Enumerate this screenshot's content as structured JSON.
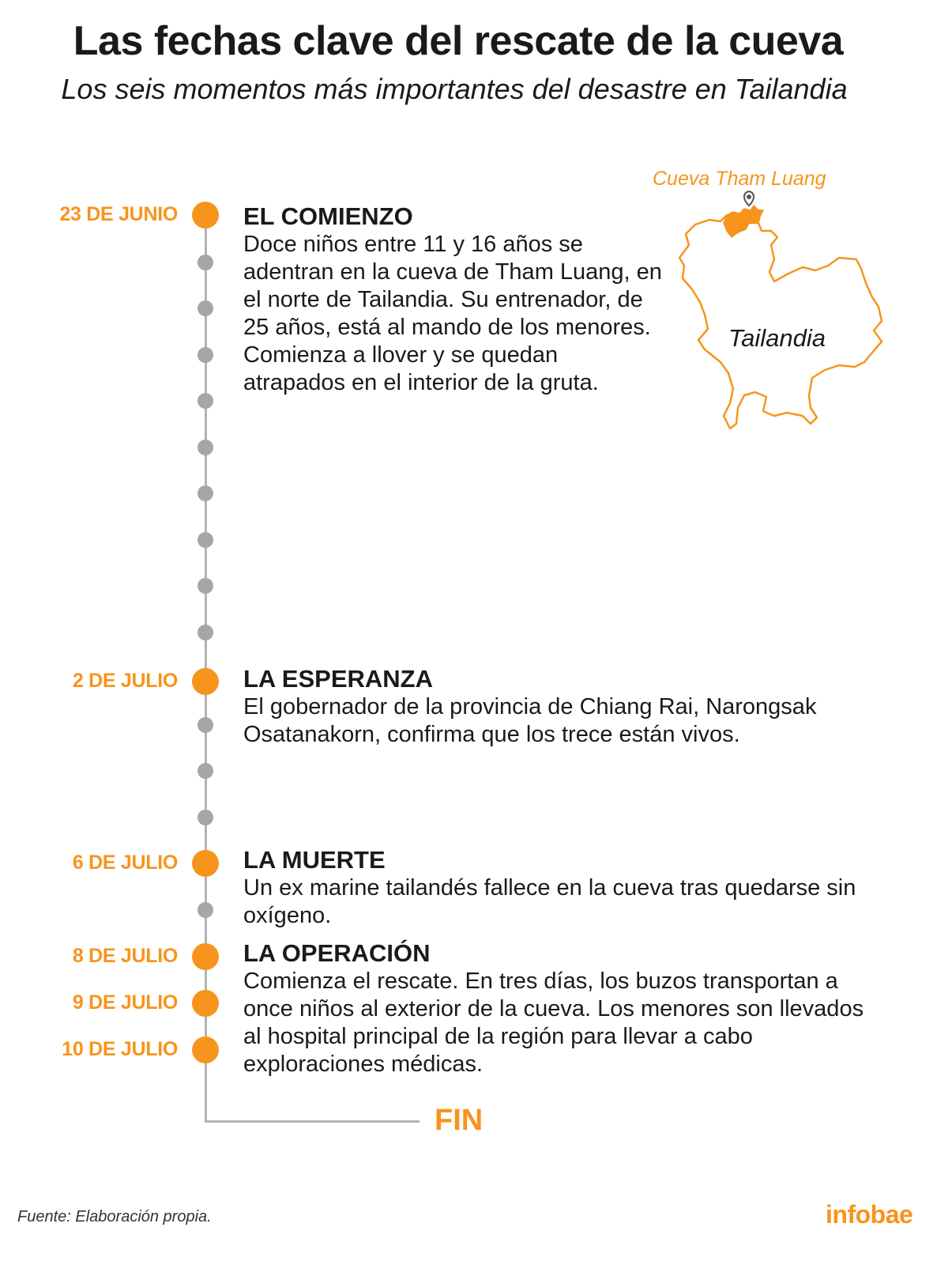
{
  "header": {
    "title": "Las fechas clave del rescate de la cueva",
    "subtitle": "Los seis momentos más importantes del desastre en Tailandia"
  },
  "timeline": {
    "events": [
      {
        "date": "23 DE JUNIO",
        "title": "EL COMIENZO",
        "text": "Doce niños entre 11 y 16 años se adentran en la cueva de Tham Luang, en el norte de Tailandia. Su entrenador, de 25 años, está al mando de los menores. Comienza a llover y se quedan atrapados en el interior de la gruta."
      },
      {
        "date": "2 DE JULIO",
        "title": "LA ESPERANZA",
        "text": "El gobernador de la provincia de Chiang Rai, Narongsak Osatanakorn, confirma que los trece están vivos."
      },
      {
        "date": "6 DE JULIO",
        "title": "LA MUERTE",
        "text": "Un ex marine tailandés fallece en la cueva tras quedarse sin oxígeno."
      },
      {
        "date": "8 DE JULIO",
        "title": "LA OPERACIÓN",
        "text": "Comienza el rescate. En tres días, los buzos transportan a once niños al exterior de la cueva. Los menores son llevados al hospital principal de la región para llevar a cabo exploraciones médicas."
      },
      {
        "date": "9 DE JULIO"
      },
      {
        "date": "10 DE JULIO"
      }
    ],
    "end_label": "FIN"
  },
  "map": {
    "cave_label": "Cueva Tham Luang",
    "country_label": "Tailandia",
    "pin_icon": "location-pin-icon"
  },
  "footer": {
    "source": "Fuente: Elaboración propia.",
    "brand": "infobae"
  },
  "colors": {
    "accent": "#f7941d",
    "minor_dot": "#a6a6a6",
    "axis": "#b3b3b3",
    "text": "#1a1a1a"
  }
}
